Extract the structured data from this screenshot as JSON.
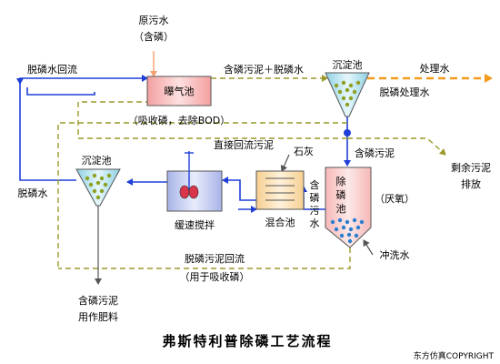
{
  "labels": {
    "raw_sewage": "原污水",
    "raw_sewage_sub": "（含磷）",
    "dephos_water_return": "脱磷水回流",
    "aeration_tank": "曝气池",
    "aeration_note": "（吸收磷，去除BOD）",
    "phos_sludge_plus_water": "含磷污泥＋脱磷水",
    "clarifier_top": "沉淀池",
    "treated_water": "处理水",
    "dephos_treated_water": "脱磷处理水",
    "phos_sludge": "含磷污泥",
    "excess_sludge_line1": "剩余污泥",
    "excess_sludge_line2": "排放",
    "direct_return_sludge": "直接回流污泥",
    "lime": "石灰",
    "clarifier_left": "沉淀池",
    "dephos_water": "脱磷水",
    "slow_mixing": "缓速搅拌",
    "mixing_tank": "混合池",
    "phos_sewage_vertical": [
      "含",
      "磷",
      "污",
      "水"
    ],
    "dephos_tank_vertical": [
      "除",
      "磷",
      "池"
    ],
    "anaerobic": "（厌氧）",
    "flush_water": "冲洗水",
    "dephos_sludge_return": "脱磷污泥回流",
    "dephos_sludge_return_sub": "（用于吸收磷）",
    "fertilizer_line1": "含磷污泥",
    "fertilizer_line2": "用作肥料",
    "title": "弗斯特利普除磷工艺流程",
    "copyright": "东方仿真COPYRIGHT"
  },
  "colors": {
    "water_line": "#1f3fd8",
    "sludge_line": "#9a9a2a",
    "treated_line": "#f39a1a",
    "inflow_line": "#f4a070",
    "aeration_fill": "#f8c0c0",
    "dephos_fill": "#f8d0d0",
    "mixing_fill": "#fbe3b8",
    "clarifier_fill": "#bfe6f0",
    "mixer_fill": "#c8d2f0",
    "dot_green": "#8ea020",
    "dot_blue": "#2a7fd0"
  },
  "icons": [
    "funnel-clarifier-icon",
    "mixer-impeller-icon",
    "pump-circle-icon"
  ]
}
